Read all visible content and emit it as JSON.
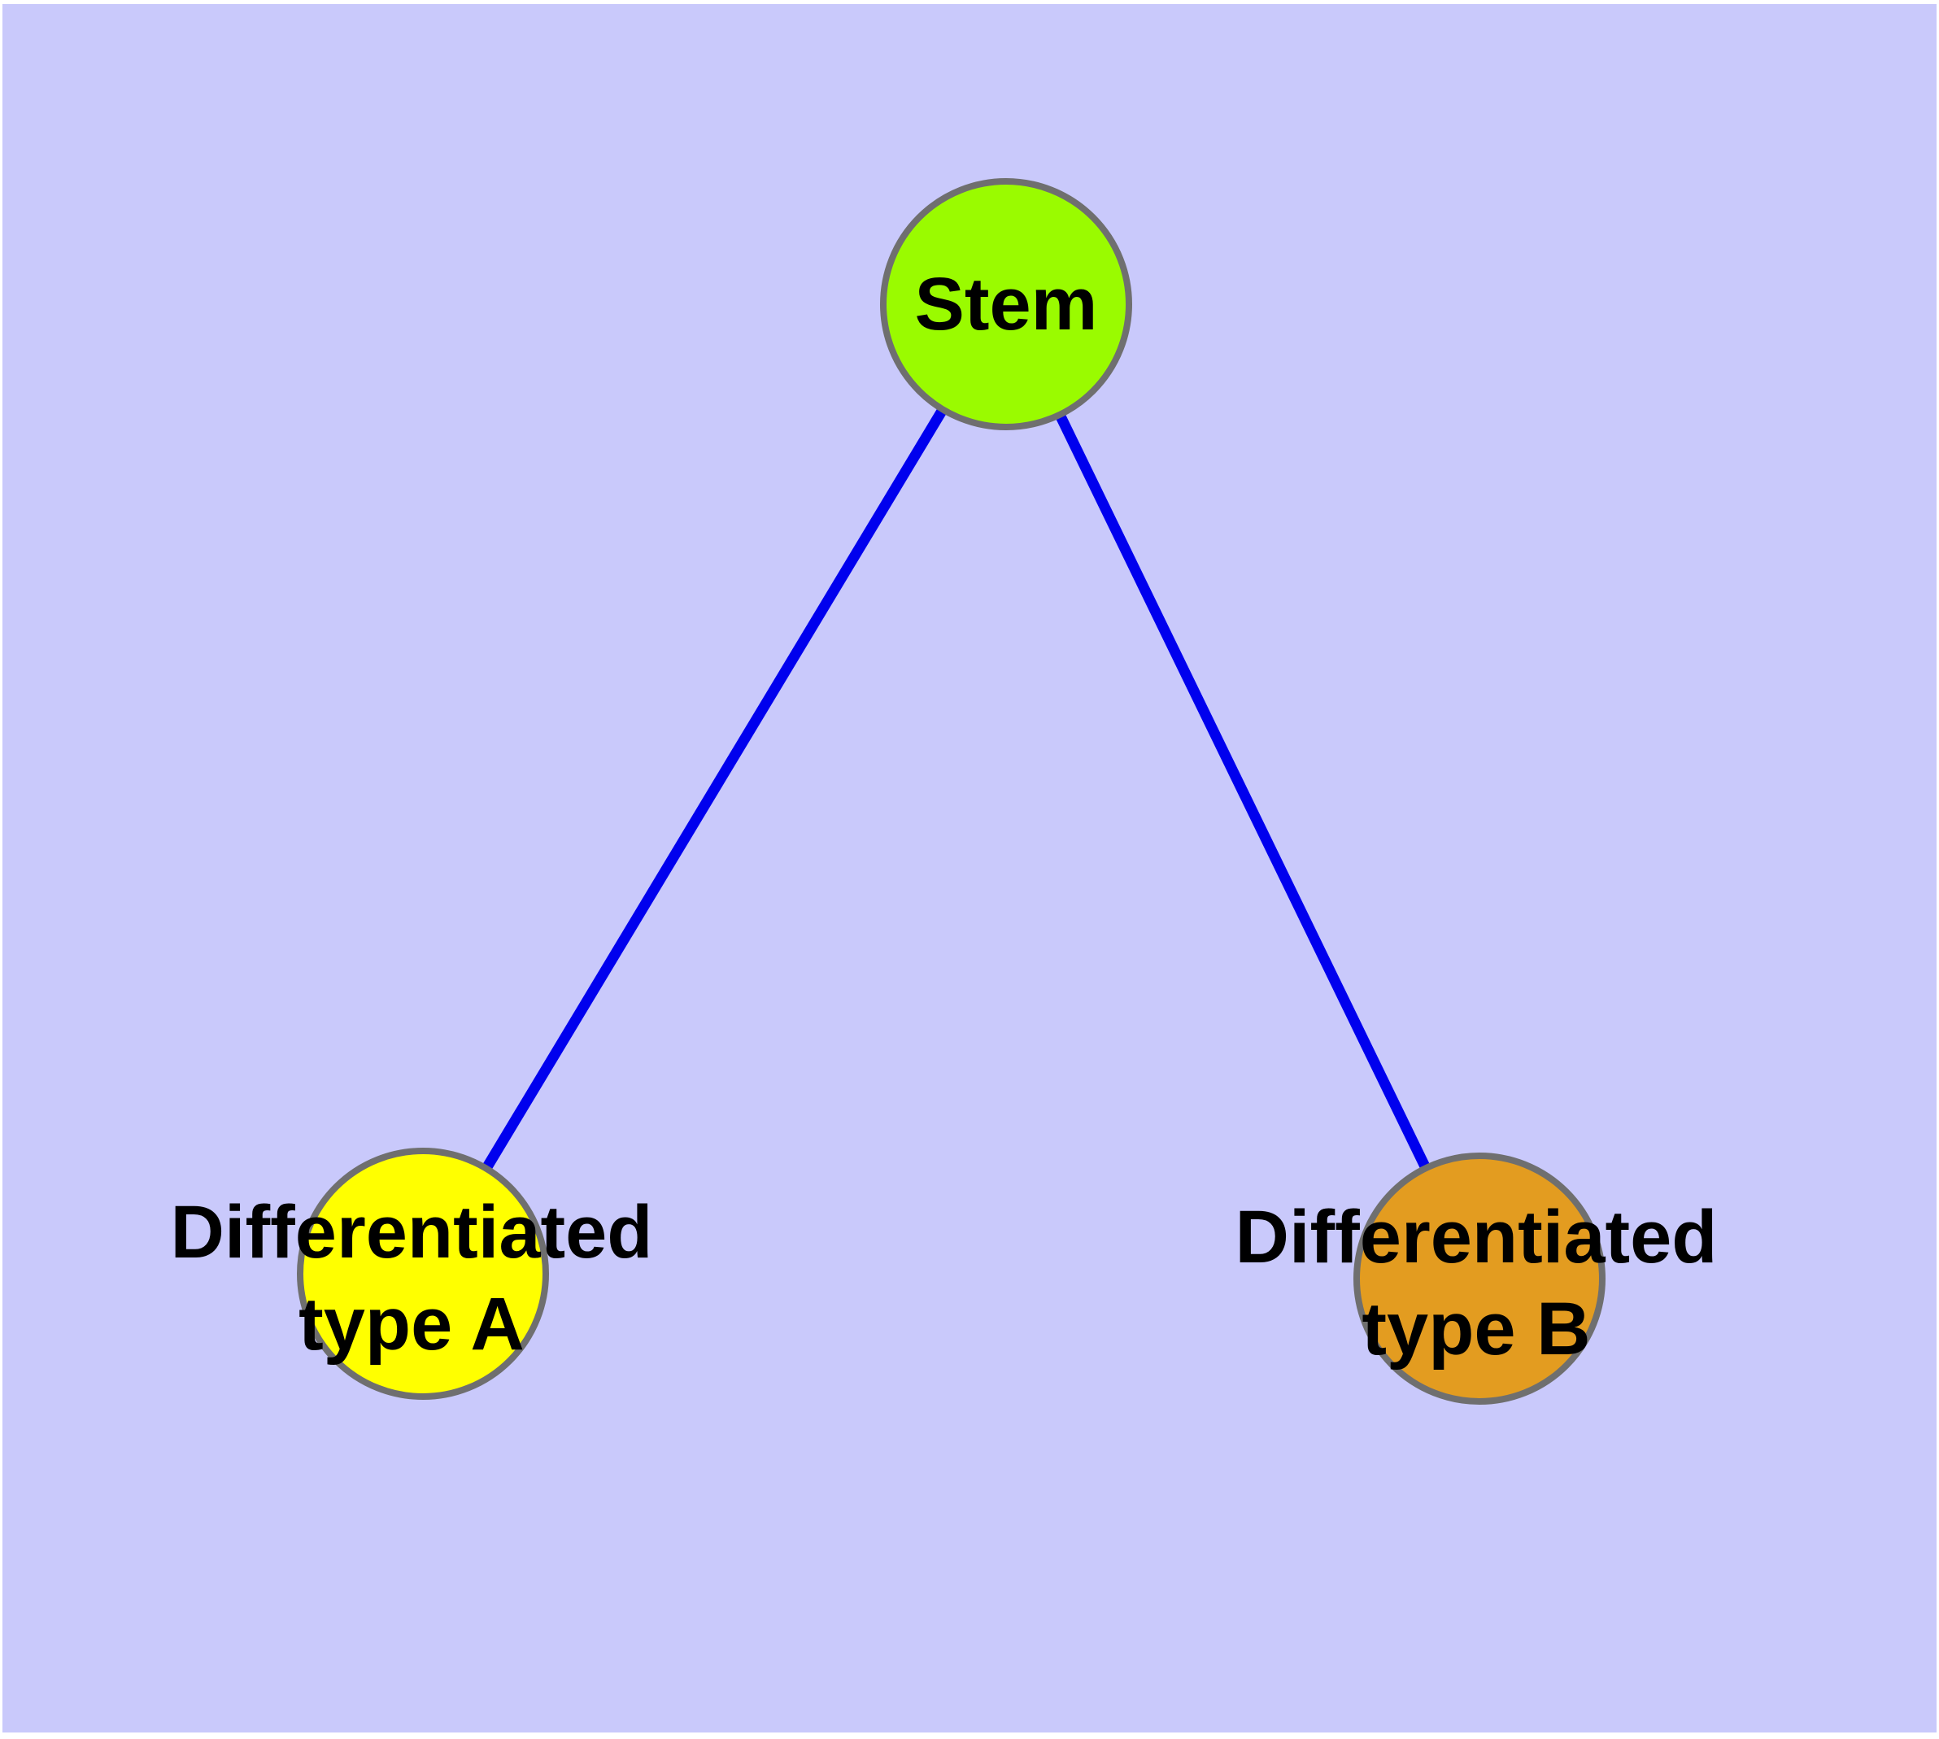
{
  "canvas": {
    "frame_color": "#FFFFFF",
    "background_color": "#C9C9FB"
  },
  "graph": {
    "type": "node-link-diagram",
    "label_color": "#000000",
    "nodes": [
      {
        "id": "stem",
        "label": "Stem",
        "lines": [
          "Stem"
        ],
        "fill_color": "#9AFB00",
        "border_color": "#6F6F6F"
      },
      {
        "id": "differentiated-type-a",
        "label": "Differentiated type A",
        "lines": [
          "Differentiated",
          "type A"
        ],
        "fill_color": "#FFFF00",
        "border_color": "#6F6F6F"
      },
      {
        "id": "differentiated-type-b",
        "label": "Differentiated type B",
        "lines": [
          "Differentiated",
          "type B"
        ],
        "fill_color": "#E39C20",
        "border_color": "#6F6F6F"
      }
    ],
    "edges": [
      {
        "from": "stem",
        "to": "differentiated-type-a",
        "color": "#0000EE"
      },
      {
        "from": "stem",
        "to": "differentiated-type-b",
        "color": "#0000EE"
      }
    ]
  }
}
